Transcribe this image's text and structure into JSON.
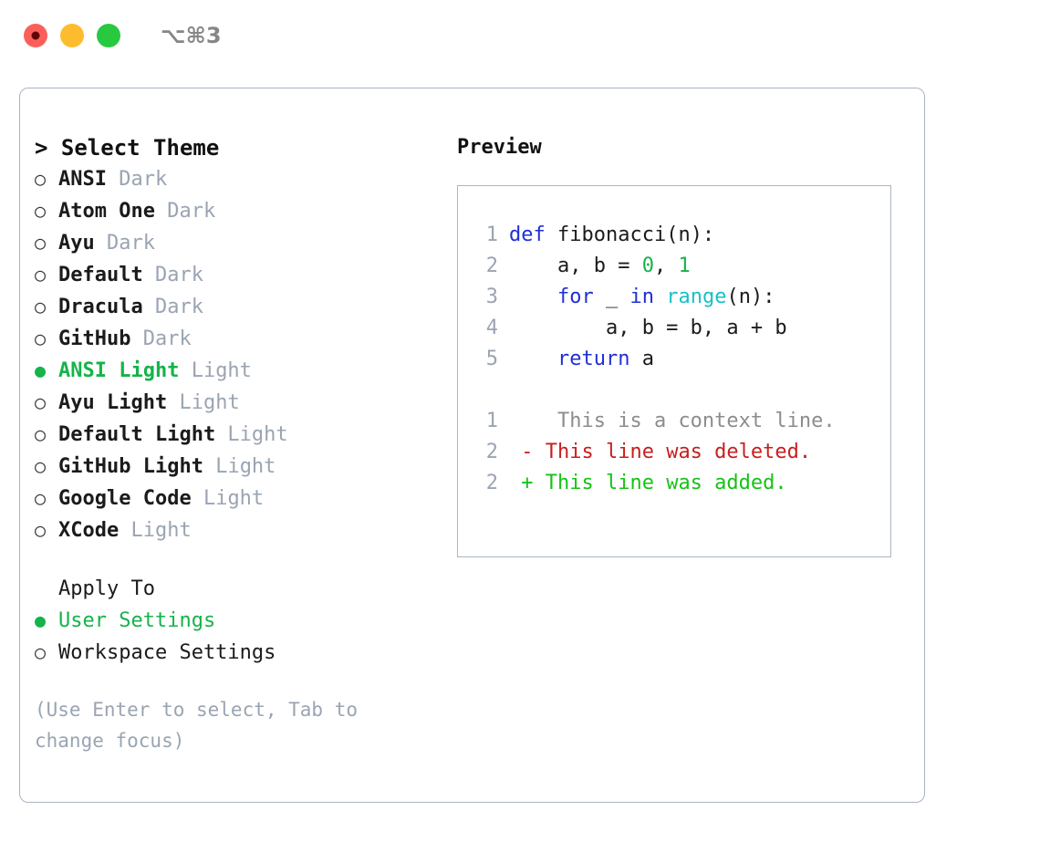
{
  "window": {
    "shortcut": "⌥⌘3",
    "buttons": [
      {
        "name": "close",
        "color": "#fc5f5a"
      },
      {
        "name": "minimize",
        "color": "#fdbc2e"
      },
      {
        "name": "maximize",
        "color": "#28c93f"
      }
    ]
  },
  "theme_picker": {
    "header": "> Select Theme",
    "selected_bullet": "●",
    "unselected_bullet": "○",
    "themes": [
      {
        "name": "ANSI",
        "tag": "Dark",
        "selected": false
      },
      {
        "name": "Atom One",
        "tag": "Dark",
        "selected": false
      },
      {
        "name": "Ayu",
        "tag": "Dark",
        "selected": false
      },
      {
        "name": "Default",
        "tag": "Dark",
        "selected": false
      },
      {
        "name": "Dracula",
        "tag": "Dark",
        "selected": false
      },
      {
        "name": "GitHub",
        "tag": "Dark",
        "selected": false
      },
      {
        "name": "ANSI Light",
        "tag": "Light",
        "selected": true
      },
      {
        "name": "Ayu Light",
        "tag": "Light",
        "selected": false
      },
      {
        "name": "Default Light",
        "tag": "Light",
        "selected": false
      },
      {
        "name": "GitHub Light",
        "tag": "Light",
        "selected": false
      },
      {
        "name": "Google Code",
        "tag": "Light",
        "selected": false
      },
      {
        "name": "XCode",
        "tag": "Light",
        "selected": false
      }
    ]
  },
  "apply_to": {
    "header": "Apply To",
    "options": [
      {
        "label": "User Settings",
        "selected": true
      },
      {
        "label": "Workspace Settings",
        "selected": false
      }
    ]
  },
  "hint": "(Use Enter to select, Tab to change focus)",
  "preview": {
    "title": "Preview",
    "code_lines": [
      {
        "number": "1",
        "tokens": [
          {
            "t": "def",
            "c": "kw"
          },
          {
            "t": " fibonacci(n):",
            "c": "txt"
          }
        ]
      },
      {
        "number": "2",
        "tokens": [
          {
            "t": "    a, b = ",
            "c": "txt"
          },
          {
            "t": "0",
            "c": "num"
          },
          {
            "t": ", ",
            "c": "txt"
          },
          {
            "t": "1",
            "c": "num"
          }
        ]
      },
      {
        "number": "3",
        "tokens": [
          {
            "t": "    ",
            "c": "txt"
          },
          {
            "t": "for",
            "c": "kw"
          },
          {
            "t": " _ ",
            "c": "txt"
          },
          {
            "t": "in",
            "c": "kw"
          },
          {
            "t": " ",
            "c": "txt"
          },
          {
            "t": "range",
            "c": "fn"
          },
          {
            "t": "(n):",
            "c": "txt"
          }
        ]
      },
      {
        "number": "4",
        "tokens": [
          {
            "t": "        a, b = b, a + b",
            "c": "txt"
          }
        ]
      },
      {
        "number": "5",
        "tokens": [
          {
            "t": "    ",
            "c": "txt"
          },
          {
            "t": "return",
            "c": "kw"
          },
          {
            "t": " a",
            "c": "txt"
          }
        ]
      }
    ],
    "diff_lines": [
      {
        "number": "1",
        "marker": " ",
        "text": "  This is a context line.",
        "kind": "ctx"
      },
      {
        "number": "2",
        "marker": "-",
        "text": " This line was deleted.",
        "kind": "del"
      },
      {
        "number": "2",
        "marker": "+",
        "text": " This line was added.",
        "kind": "add"
      }
    ]
  },
  "colors": {
    "accent_green": "#16b34a",
    "muted": "#9aa4b2",
    "border": "#aab4c4",
    "keyword": "#1f2fd6",
    "builtin": "#18c0c8",
    "number": "#16b34a",
    "diff_delete": "#c81e1e",
    "diff_add": "#16c216",
    "diff_context": "#8d8d8d"
  }
}
